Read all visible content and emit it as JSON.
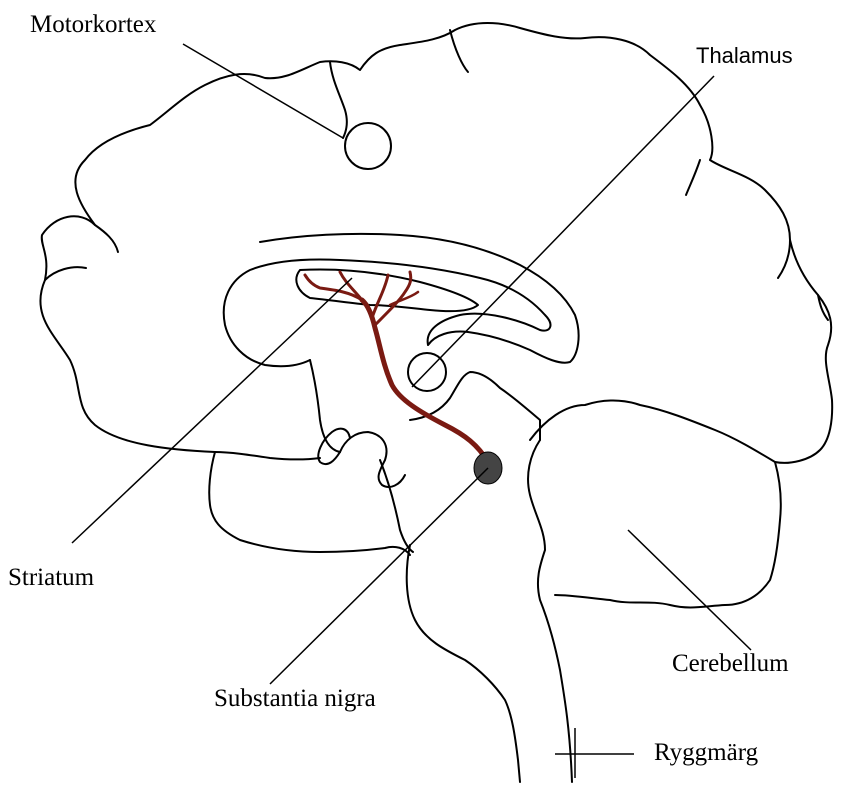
{
  "labels": {
    "motor_cortex": "Motorkortex",
    "thalamus": "Thalamus",
    "striatum": "Striatum",
    "substantia_nigra": "Substantia nigra",
    "cerebellum": "Cerebellum",
    "spinal_cord": "Ryggmärg"
  },
  "colors": {
    "outline": "#000000",
    "pathway": "#7a1a12",
    "nigra": "#444444",
    "background": "#ffffff"
  }
}
